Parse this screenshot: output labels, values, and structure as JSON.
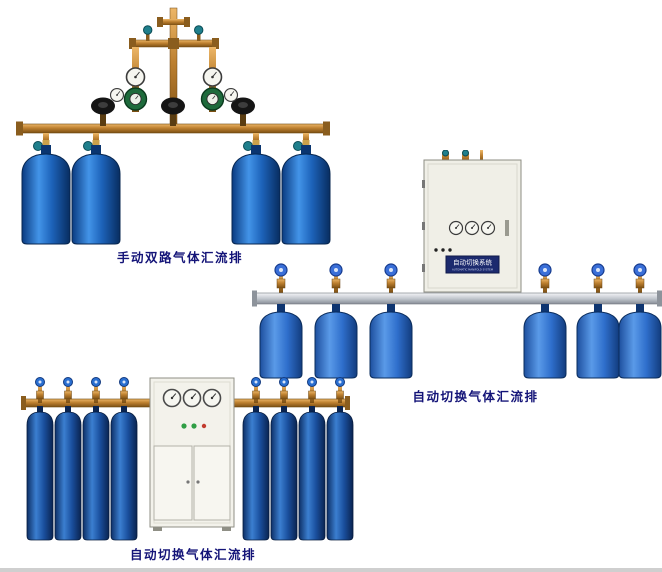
{
  "page": {
    "background": "#ffffff",
    "bottom_strip_color": "#cfcfcf"
  },
  "colors": {
    "caption_text": "#141478",
    "brass_pipe": "#bd8030",
    "cylinder_blue": "#2a6fc8",
    "steel_bar": "#c3c8cf",
    "cabinet_body": "#f0efe7",
    "valve_teal": "#1f7f8c",
    "knob_blue": "#3a6fd8"
  },
  "products": [
    {
      "id": "manual-dual-manifold",
      "caption": "手动双路气体汇流排"
    },
    {
      "id": "auto-switch-manifold-a",
      "caption": "自动切换气体汇流排",
      "cabinet": {
        "title": "自动切换系统",
        "subtitle": "AUTOMATIC MANIFOLD SYSTEM"
      }
    },
    {
      "id": "auto-switch-manifold-b",
      "caption": "自动切换气体汇流排"
    }
  ]
}
